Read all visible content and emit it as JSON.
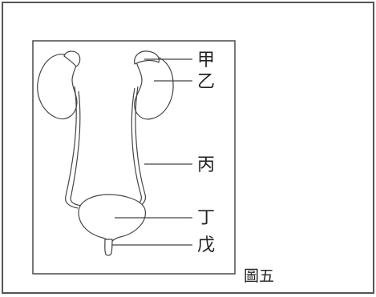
{
  "labels": {
    "jia": "甲",
    "yi": "乙",
    "bing": "丙",
    "ding": "丁",
    "wu": "戊"
  },
  "caption": "圖五"
}
